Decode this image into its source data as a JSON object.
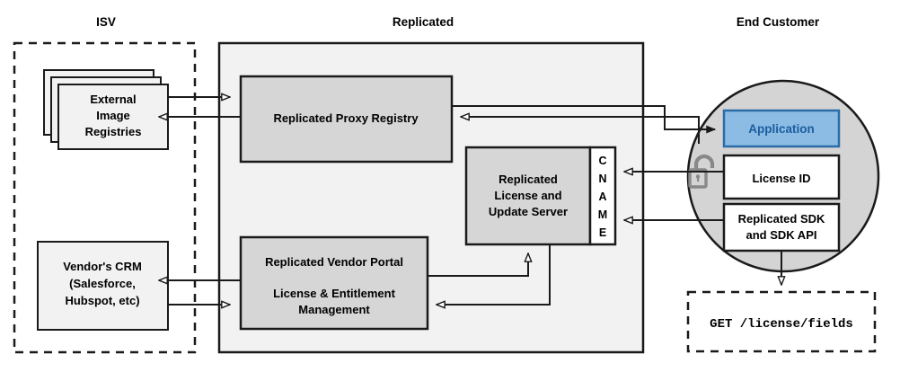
{
  "headers": {
    "isv": "ISV",
    "replicated": "Replicated",
    "end_customer": "End Customer"
  },
  "isv": {
    "registries": {
      "line1": "External",
      "line2": "Image",
      "line3": "Registries"
    },
    "crm": {
      "line1": "Vendor's CRM",
      "line2": "(Salesforce,",
      "line3": "Hubspot, etc)"
    }
  },
  "replicated": {
    "proxy_registry": {
      "label": "Replicated Proxy Registry"
    },
    "license_server": {
      "line1": "Replicated",
      "line2": "License and",
      "line3": "Update Server"
    },
    "cname": {
      "letters": [
        "C",
        "N",
        "A",
        "M",
        "E"
      ],
      "label": "CNAME"
    },
    "vendor_portal": {
      "line1": "Replicated Vendor Portal",
      "line2": "License & Entitlement",
      "line3": "Management"
    }
  },
  "end_customer": {
    "application": {
      "label": "Application"
    },
    "license_id": {
      "label": "License ID"
    },
    "sdk": {
      "line1": "Replicated SDK",
      "line2": "and SDK API"
    },
    "lock": {
      "name": "unlocked-padlock"
    },
    "api_call": {
      "label": "GET /license/fields"
    }
  },
  "colors": {
    "container_fill": "#f2f2f2",
    "box_fill": "#d6d6d6",
    "white_fill": "#ffffff",
    "circle_fill": "#d4d4d4",
    "application_fill": "#8cbbe4",
    "application_stroke": "#2b6ca8",
    "application_text": "#1b5e9e",
    "stroke": "#1a1a1a",
    "lock": "#888888"
  }
}
